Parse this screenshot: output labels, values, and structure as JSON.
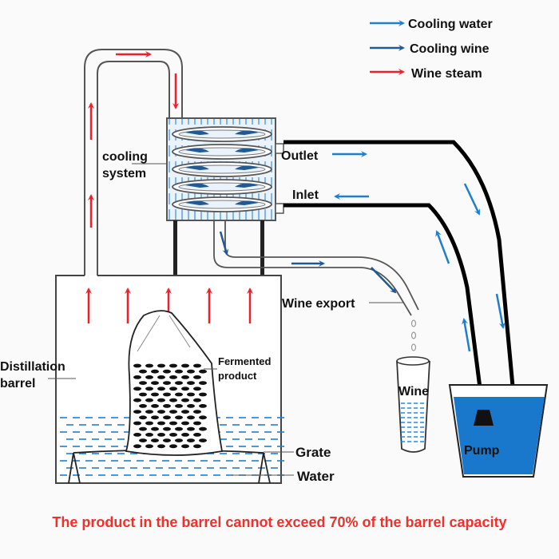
{
  "legend": [
    {
      "label": "Cooling water",
      "color": "#1e7fd0"
    },
    {
      "label": "Cooling wine",
      "color": "#1f5a94"
    },
    {
      "label": "Wine steam",
      "color": "#f0202a"
    }
  ],
  "labels": {
    "cooling_system_line1": "cooling",
    "cooling_system_line2": "system",
    "outlet": "Outlet",
    "inlet": "Inlet",
    "wine_export": "Wine export",
    "distillation_line1": "Distillation",
    "distillation_line2": "barrel",
    "fermented_line1": "Fermented",
    "fermented_line2": "product",
    "wine": "Wine",
    "pump": "Pump",
    "grate": "Grate",
    "water": "Water"
  },
  "footer_note": "The product in the barrel cannot exceed 70% of the barrel capacity",
  "colors": {
    "steam": "#f0202a",
    "water": "#1e7fd0",
    "wine": "#1f5a94",
    "bucket_water": "#1a78cc",
    "note": "#f0302a"
  }
}
